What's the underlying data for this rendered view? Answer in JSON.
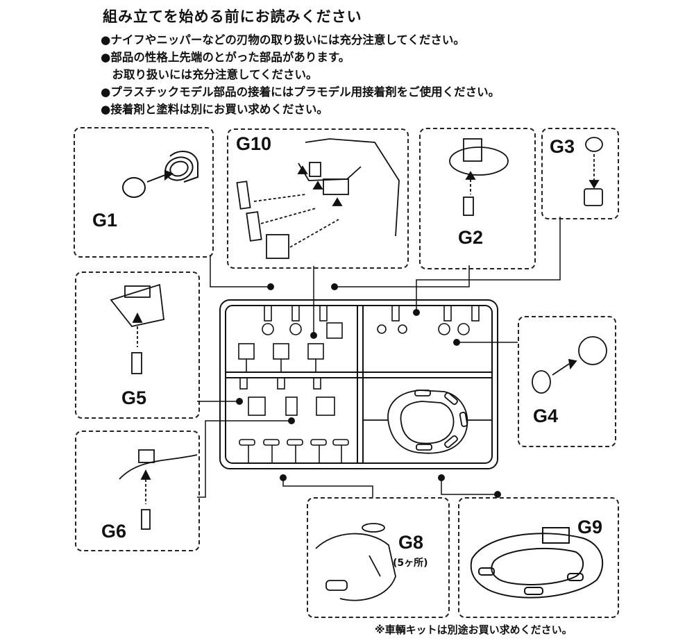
{
  "title": "組み立てを始める前にお読みください",
  "notes": [
    "●ナイフやニッパーなどの刃物の取り扱いには充分注意してください。",
    "●部品の性格上先端のとがった部品があります。",
    "　お取り扱いには充分注意してください。",
    "●プラスチックモデル部品の接着にはプラモデル用接着剤をご使用ください。",
    "●接着剤と塗料は別にお買い求めください。"
  ],
  "parts": {
    "g1": "G1",
    "g2": "G2",
    "g3": "G3",
    "g4": "G4",
    "g5": "G5",
    "g6": "G6",
    "g8": "G8",
    "g8_note": "(5ヶ所)",
    "g9": "G9",
    "g10": "G10"
  },
  "footnote": "※車輌キットは別途お買い求めください。"
}
